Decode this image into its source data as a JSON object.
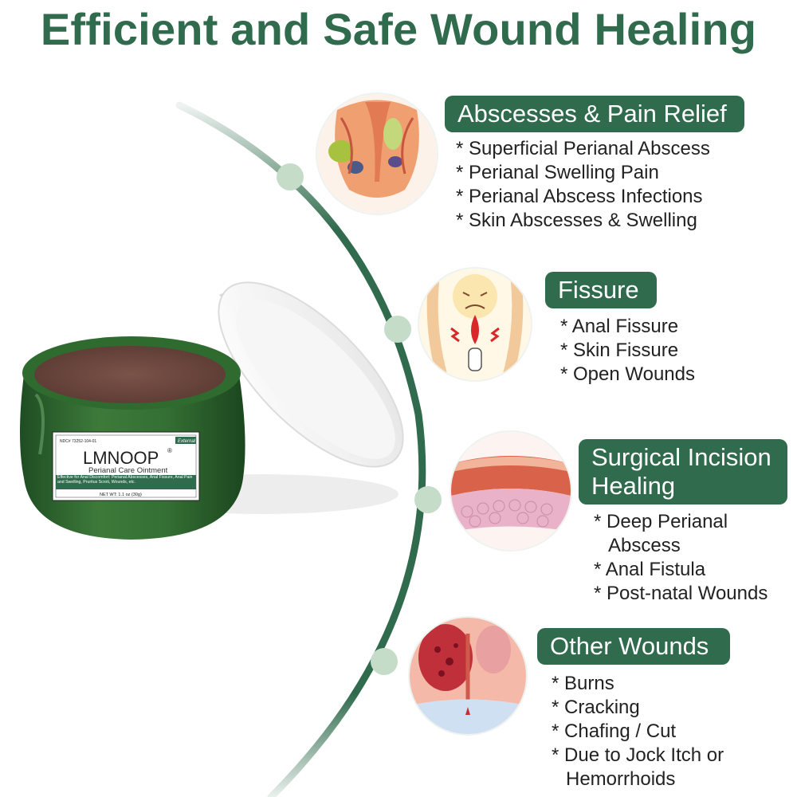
{
  "title": "Efficient and Safe Wound Healing",
  "colors": {
    "brand_green": "#2f6b4c",
    "dot_green": "#c5dcc9"
  },
  "product": {
    "brand": "LMNOOP",
    "registered": "®",
    "subtitle": "Perianal Care Ointment",
    "ndc": "NDC# 73252-104-01",
    "badge": "External",
    "desc": "Effective for Anal Discomfort: Perianal Abscesses, Anal Fissure, Anal Pain and Swelling, Pruritus Scroti, Wounds, etc.",
    "net_weight": "NET WT: 1.1 oz (30g)"
  },
  "sections": [
    {
      "label": "Abscesses & Pain Relief",
      "icon": "abscess-illustration-icon",
      "items": [
        "Superficial Perianal Abscess",
        "Perianal Swelling Pain",
        "Perianal Abscess Infections",
        "Skin Abscesses & Swelling"
      ]
    },
    {
      "label": "Fissure",
      "icon": "fissure-illustration-icon",
      "items": [
        "Anal Fissure",
        "Skin Fissure",
        "Open Wounds"
      ]
    },
    {
      "label_line1": "Surgical Incision",
      "label_line2": "Healing",
      "icon": "incision-illustration-icon",
      "items": [
        "Deep Perianal Abscess",
        "Anal Fistula",
        "Post-natal Wounds"
      ]
    },
    {
      "label": "Other Wounds",
      "icon": "wound-illustration-icon",
      "items": [
        "Burns",
        "Cracking",
        "Chafing / Cut",
        "Due to Jock Itch or Hemorrhoids"
      ]
    }
  ]
}
